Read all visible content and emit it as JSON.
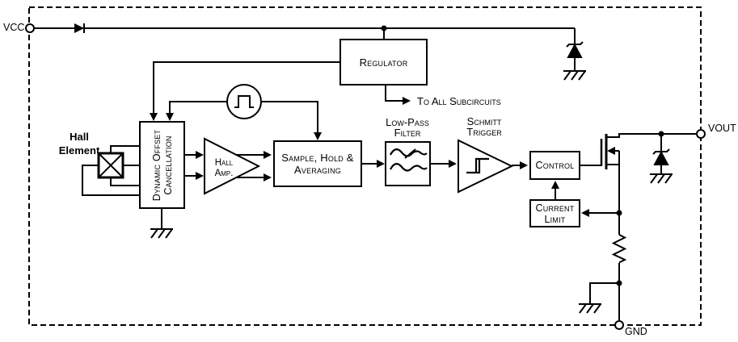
{
  "colors": {
    "line": "#000000",
    "background": "#ffffff"
  },
  "terminals": {
    "vcc": "VCC",
    "vout": "VOUT",
    "gnd": "GND"
  },
  "hall_element_label": {
    "line1": "Hall",
    "line2": "Element"
  },
  "annotations": {
    "to_all_subcircuits": "To All Subcircuits"
  },
  "blocks": {
    "regulator": {
      "label": "Regulator"
    },
    "dynamic_offset_cancellation": {
      "line1": "Dynamic Offset",
      "line2": "Cancellation"
    },
    "hall_amp": {
      "line1": "Hall",
      "line2": "Amp."
    },
    "sample_hold_averaging": {
      "line1": "Sample, Hold &",
      "line2": "Averaging"
    },
    "low_pass_filter": {
      "line1": "Low-Pass",
      "line2": "Filter"
    },
    "schmitt_trigger": {
      "line1": "Schmitt",
      "line2": "Trigger"
    },
    "control": {
      "label": "Control"
    },
    "current_limit": {
      "line1": "Current",
      "line2": "Limit"
    }
  },
  "icons": {
    "diode-icon": "▸|",
    "zener-diode-icon": "▲⏛",
    "ground-icon": "⏚",
    "clock-oscillator-icon": "⎍",
    "hall-element-icon": "⊠",
    "low-pass-filter-icon": "∿∿",
    "hysteresis-icon": "⎍⎎",
    "mosfet-icon": "⎓",
    "resistor-icon": "⌁",
    "terminal-icon": "○"
  }
}
